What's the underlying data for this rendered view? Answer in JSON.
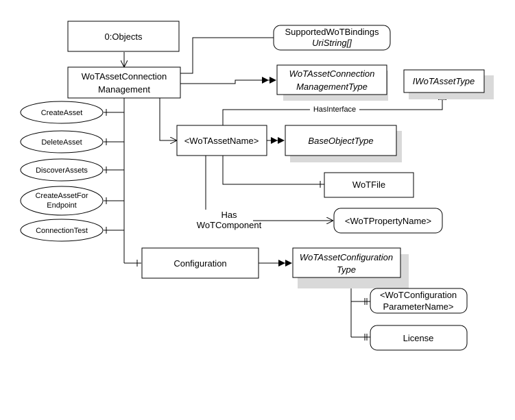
{
  "nodes": {
    "objects": "0:Objects",
    "management_line1": "WoTAssetConnection",
    "management_line2": "Management",
    "supported_bindings_line1": "SupportedWoTBindings",
    "supported_bindings_line2": "UriString[]",
    "management_type_line1": "WoTAssetConnection",
    "management_type_line2": "ManagementType",
    "iwot_asset_type": "IWoTAssetType",
    "create_asset": "CreateAsset",
    "delete_asset": "DeleteAsset",
    "discover_assets": "DiscoverAssets",
    "create_asset_for_line1": "CreateAssetFor",
    "create_asset_for_line2": "Endpoint",
    "connection_test": "ConnectionTest",
    "asset_name": "<WoTAssetName>",
    "base_object_type": "BaseObjectType",
    "wot_file": "WoTFile",
    "property_name": "<WoTPropertyName>",
    "configuration": "Configuration",
    "configuration_type_line1": "WoTAssetConfiguration",
    "configuration_type_line2": "Type",
    "config_param_line1": "<WoTConfiguration",
    "config_param_line2": "ParameterName>",
    "license": "License"
  },
  "labels": {
    "has_interface": "HasInterface",
    "has_component_line1": "Has",
    "has_component_line2": "WoTComponent"
  }
}
